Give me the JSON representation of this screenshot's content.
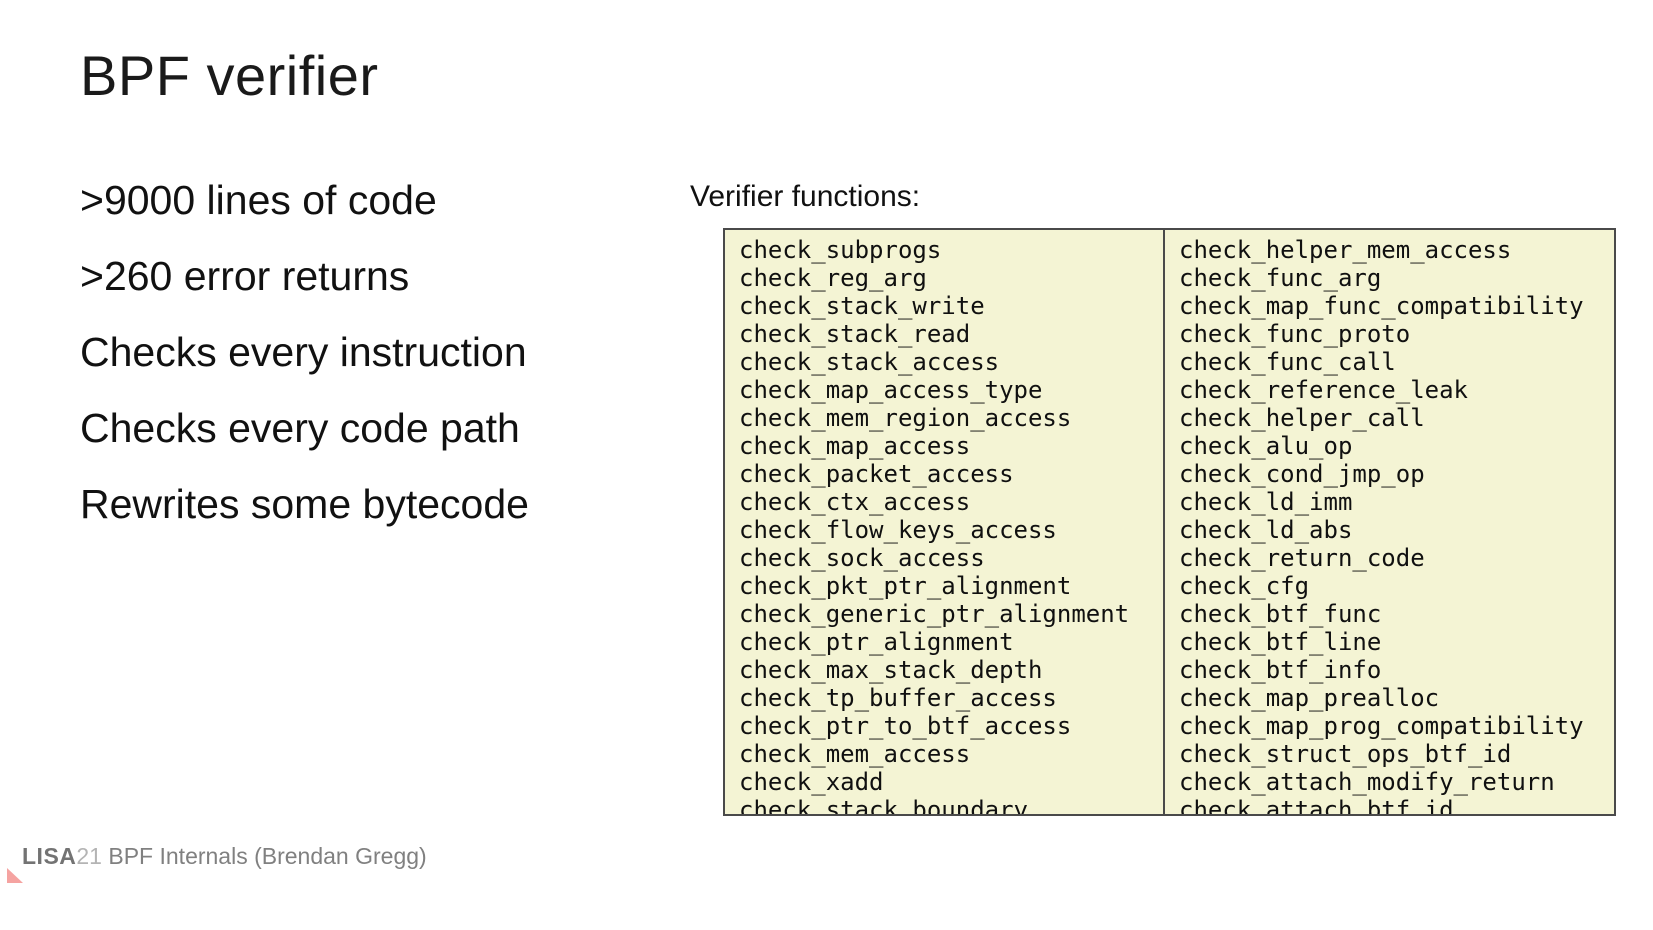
{
  "slide": {
    "title": "BPF verifier",
    "bullets": [
      ">9000 lines of code",
      ">260 error returns",
      "Checks every instruction",
      "Checks every code path",
      "Rewrites some bytecode"
    ],
    "table_heading": "Verifier functions:",
    "verifier_functions": {
      "left_column": [
        "check_subprogs",
        "check_reg_arg",
        "check_stack_write",
        "check_stack_read",
        "check_stack_access",
        "check_map_access_type",
        "check_mem_region_access",
        "check_map_access",
        "check_packet_access",
        "check_ctx_access",
        "check_flow_keys_access",
        "check_sock_access",
        "check_pkt_ptr_alignment",
        "check_generic_ptr_alignment",
        "check_ptr_alignment",
        "check_max_stack_depth",
        "check_tp_buffer_access",
        "check_ptr_to_btf_access",
        "check_mem_access",
        "check_xadd",
        "check_stack_boundary"
      ],
      "right_column": [
        "check_helper_mem_access",
        "check_func_arg",
        "check_map_func_compatibility",
        "check_func_proto",
        "check_func_call",
        "check_reference_leak",
        "check_helper_call",
        "check_alu_op",
        "check_cond_jmp_op",
        "check_ld_imm",
        "check_ld_abs",
        "check_return_code",
        "check_cfg",
        "check_btf_func",
        "check_btf_line",
        "check_btf_info",
        "check_map_prealloc",
        "check_map_prog_compatibility",
        "check_struct_ops_btf_id",
        "check_attach_modify_return",
        "check_attach_btf_id"
      ]
    },
    "footer": {
      "logo_bold": "LISA",
      "logo_year": "21",
      "text": "BPF Internals (Brendan Gregg)"
    }
  },
  "colors": {
    "table_background": "#f4f4d4",
    "table_border": "#4a4a4a",
    "text": "#111111",
    "footer_gray": "#808080",
    "logo_year_gray": "#b4b4b4",
    "accent_pink": "#f5a3a1"
  }
}
